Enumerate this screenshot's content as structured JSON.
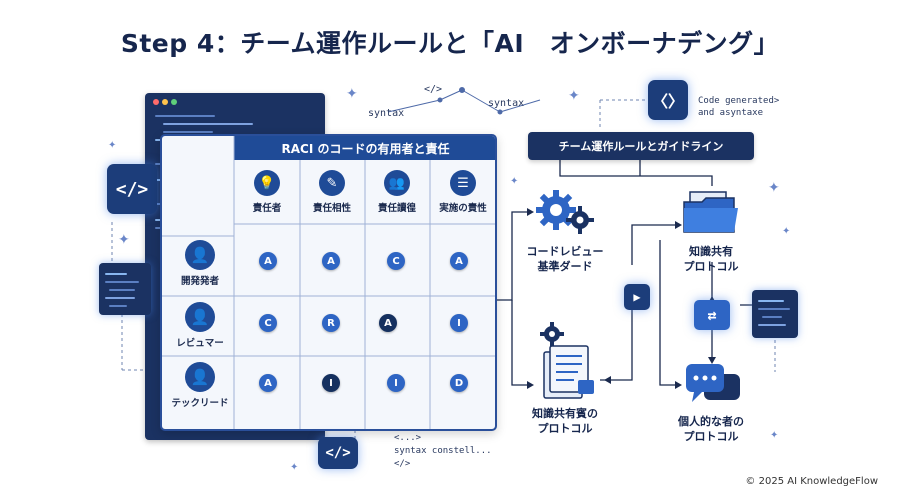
{
  "title": "Step 4：チーム運作ルールと「AI　オンボーナデング」",
  "raci": {
    "header": "RACI のコードの有用者と責任",
    "columns": [
      {
        "icon": "lightbulb-icon",
        "glyph": "💡",
        "label": "責任者"
      },
      {
        "icon": "document-edit-icon",
        "glyph": "✎",
        "label": "責任相性"
      },
      {
        "icon": "people-chat-icon",
        "glyph": "👥",
        "label": "責任讀徨"
      },
      {
        "icon": "list-icon",
        "glyph": "☰",
        "label": "実施の責性"
      }
    ],
    "rows": [
      {
        "label": "開発発者",
        "cells": [
          "A",
          "A",
          "C",
          "A"
        ]
      },
      {
        "label": "レビュマー",
        "cells": [
          "C",
          "R",
          "A",
          "I"
        ]
      },
      {
        "label": "テックリード",
        "cells": [
          "A",
          "I",
          "I",
          "D"
        ]
      }
    ]
  },
  "floating": {
    "syntax_1": "syntax",
    "syntax_2": "syntax",
    "code_glyph_small": "</>",
    "code_generated_1": "Code generated>",
    "code_generated_2": "and asyntaxe",
    "syntax_const_1": "<...>",
    "syntax_const_2": "syntax constell...",
    "syntax_const_3": "</>"
  },
  "tiles": {
    "left_code": "</>",
    "top_chevrons": "〈〉",
    "bottom_code": "</>"
  },
  "guidelines": {
    "header": "チーム運作ルールとガイドライン",
    "nodes": {
      "code_review": [
        "コードレビュー",
        "基準ダード"
      ],
      "knowledge_protocol_a": [
        "知識共有",
        "プロトコル"
      ],
      "knowledge_protocol_b": [
        "知識共有賓の",
        "プロトコル"
      ],
      "personal_protocol": [
        "個人的な者の",
        "プロトコル"
      ]
    }
  },
  "copyright": "© 2025 AI KnowledgeFlow",
  "colors": {
    "navy": "#1b3262",
    "accent": "#2e65c4",
    "header_blue": "#1f4b97"
  }
}
